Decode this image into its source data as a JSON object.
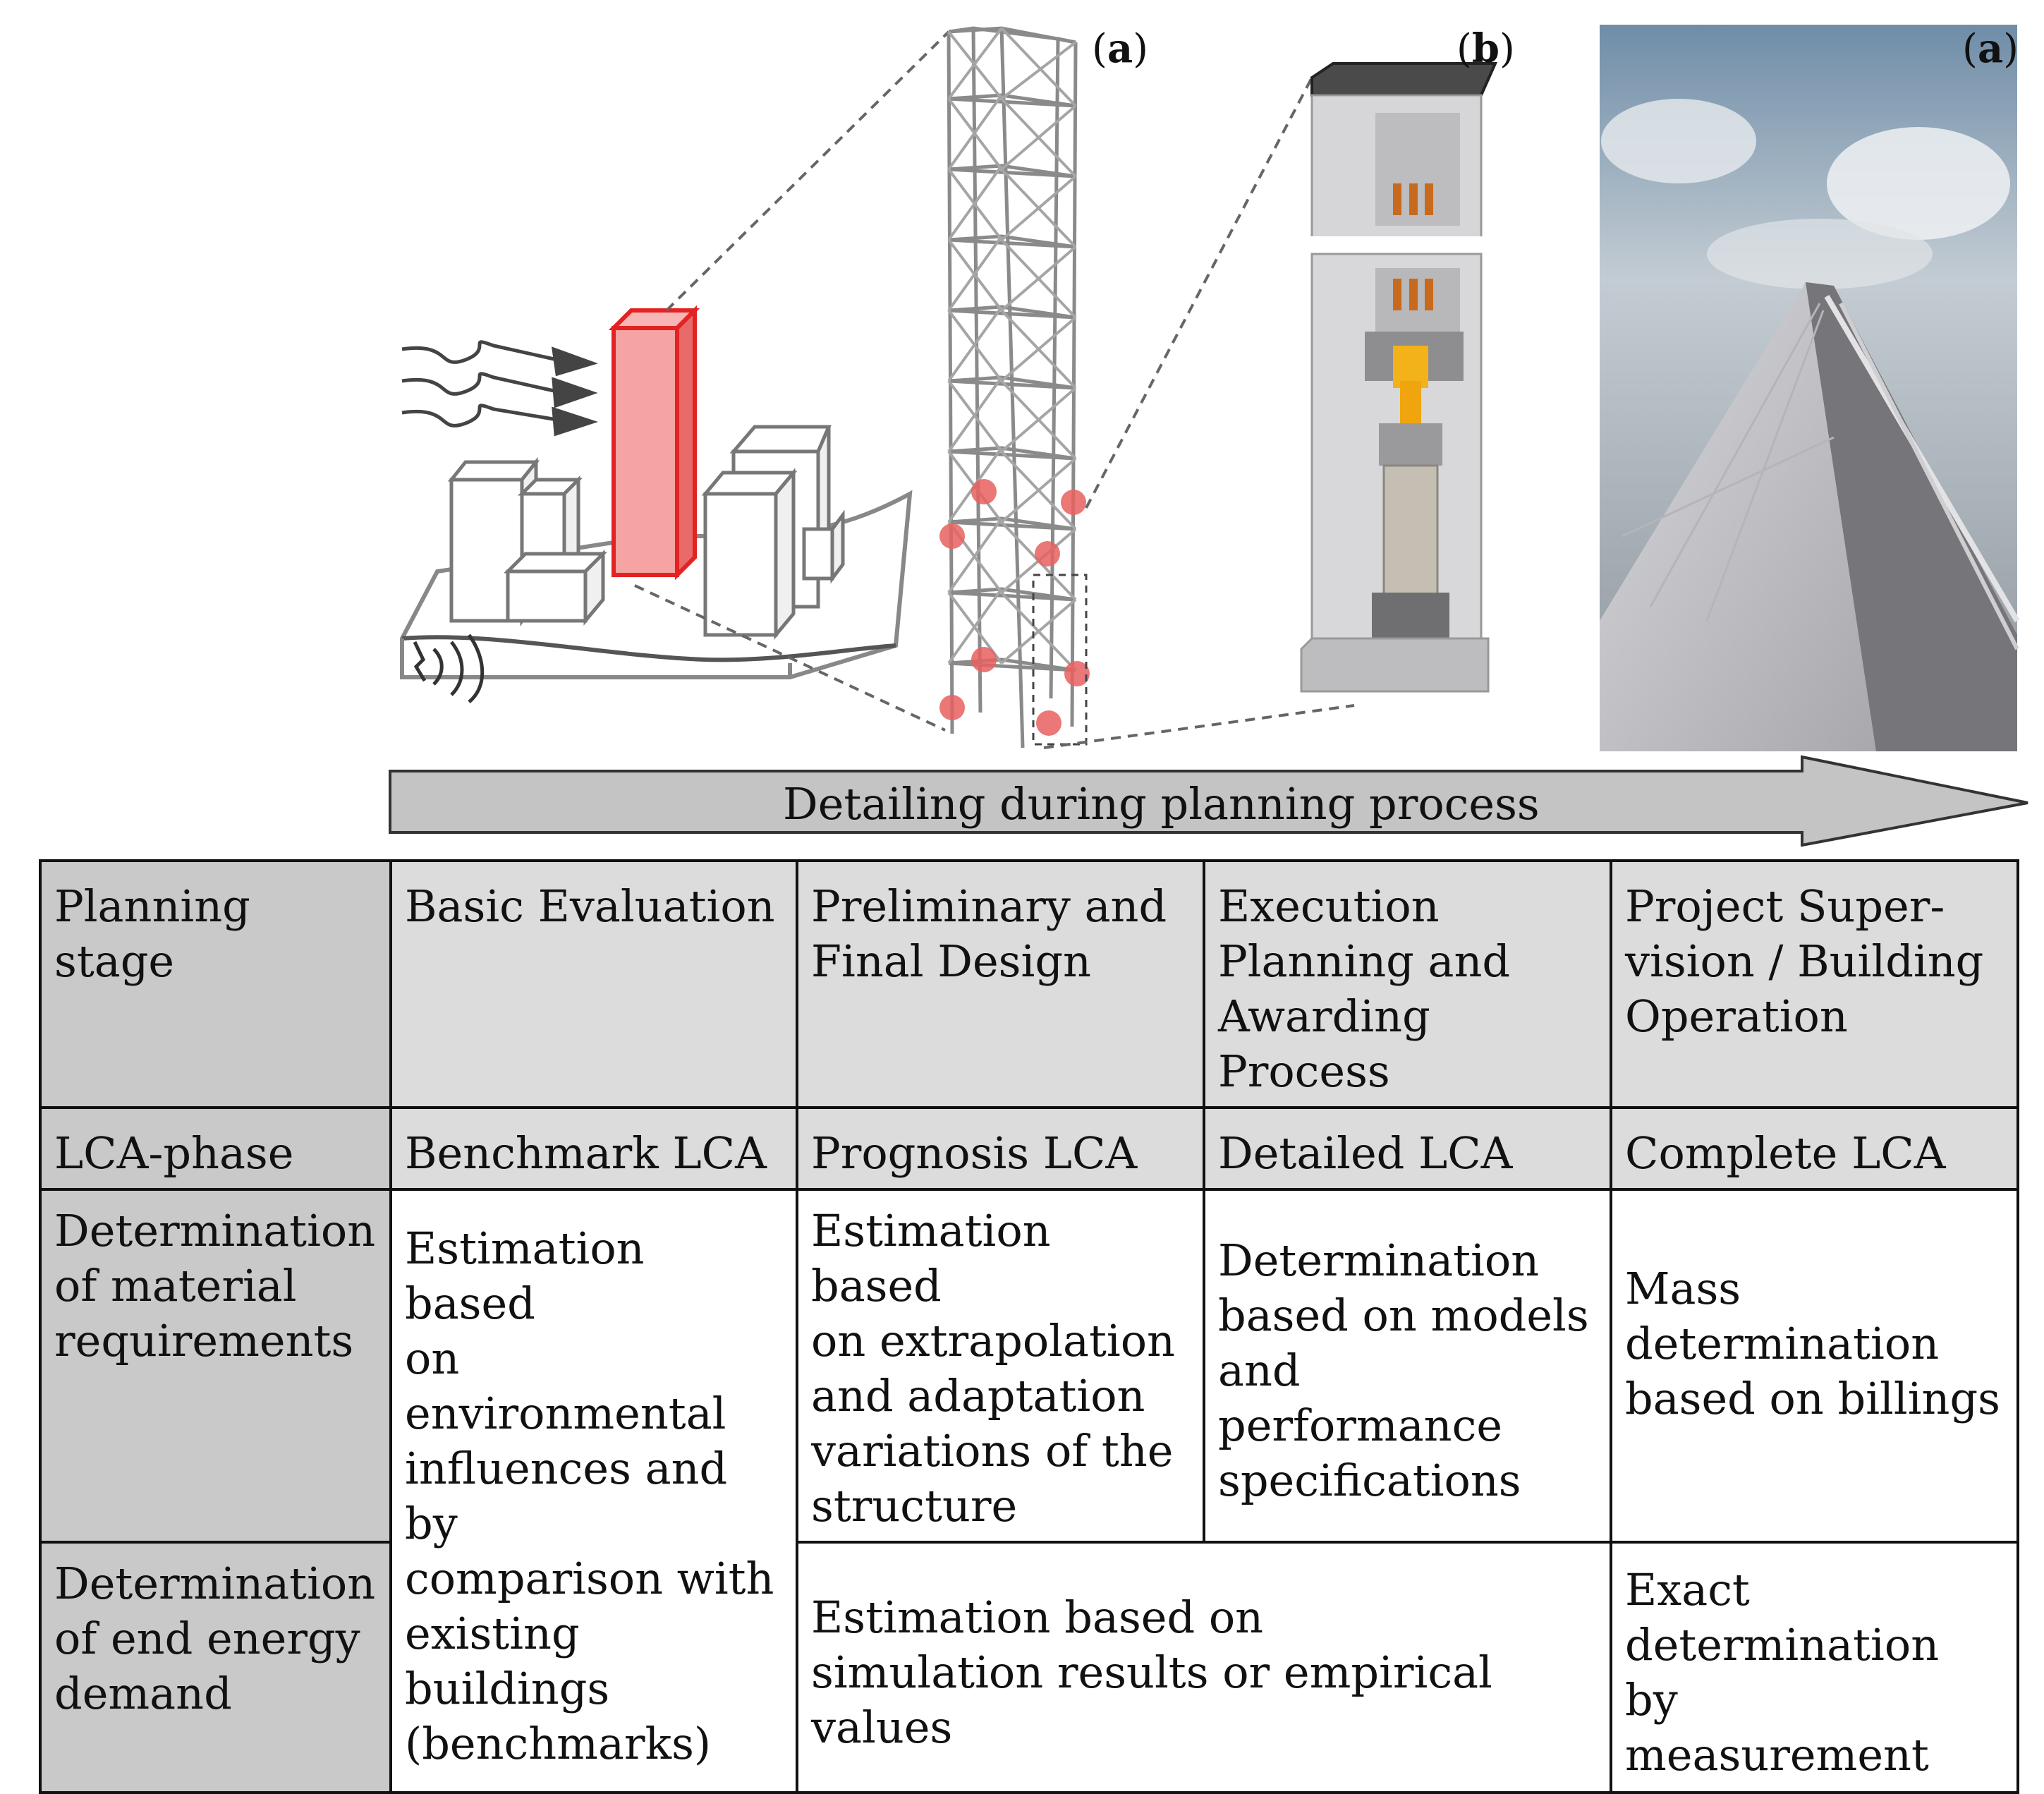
{
  "panel_labels": {
    "a1": "a",
    "b": "b",
    "a2": "a"
  },
  "arrow_label": "Detailing during planning process",
  "table": {
    "header_row": {
      "label": "Planning stage",
      "stages": [
        "Basic Evaluation",
        "Preliminary and\nFinal Design",
        "Execution\nPlanning and\nAwarding Process",
        "Project Super-\nvision / Building\nOperation"
      ]
    },
    "lca_row": {
      "label": "LCA-phase",
      "phases": [
        "Benchmark LCA",
        "Prognosis LCA",
        "Detailed LCA",
        "Complete LCA"
      ]
    },
    "material_row": {
      "label": "Determination\nof material\nrequirements",
      "basic": "Estimation based\non environmental\ninfluences and by\ncomparison with\nexisting buildings\n(benchmarks)",
      "preliminary": "Estimation based\non extrapolation\nand adaptation\nvariations of the\nstructure",
      "execution": "Determination\nbased on models\nand performance\nspecifications",
      "supervision": "Mass\ndetermination\nbased on billings"
    },
    "energy_row": {
      "label": "Determination\nof end energy\ndemand",
      "preliminary_execution": "Estimation based on\n simulation results or empirical values",
      "supervision": "Exact\ndetermination by\nmeasurement"
    }
  }
}
